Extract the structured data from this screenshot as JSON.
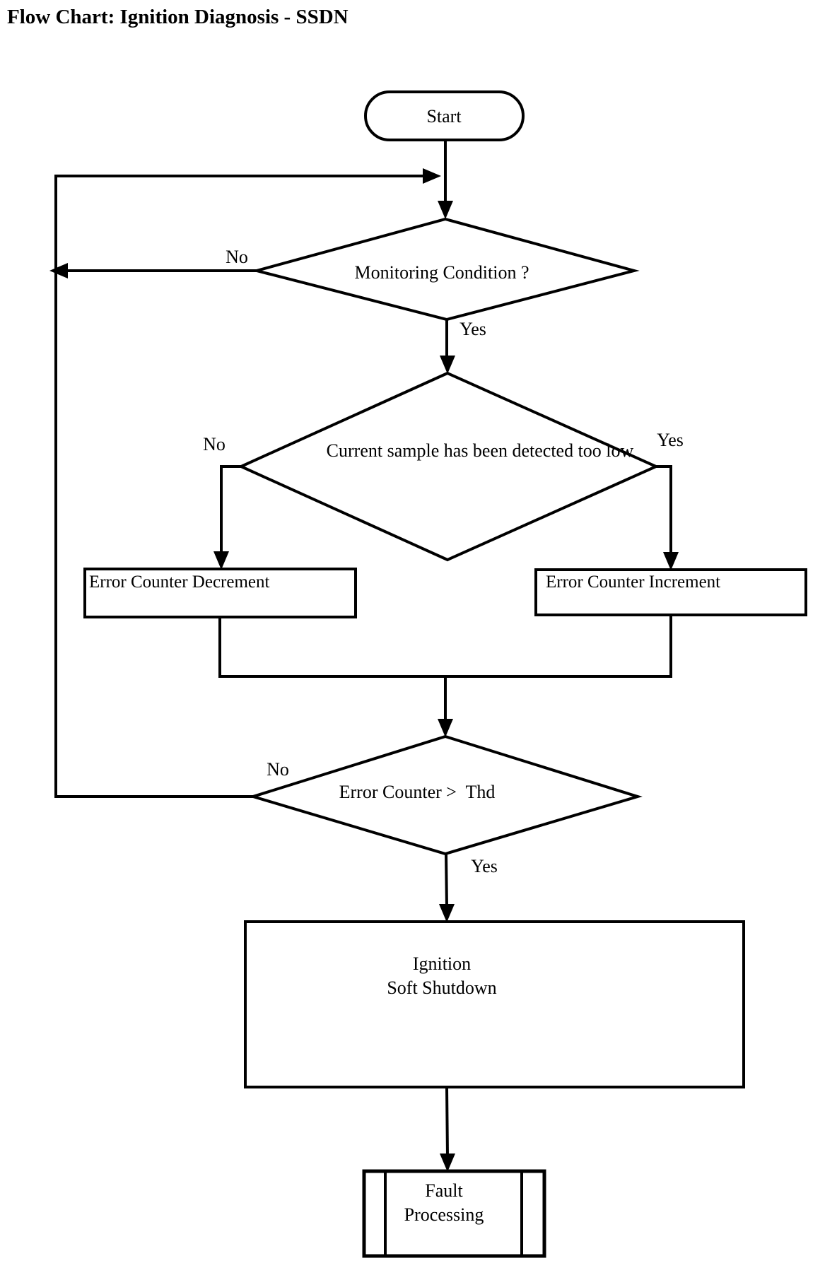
{
  "page": {
    "title": "Flow Chart: Ignition Diagnosis - SSDN",
    "background_color": "#ffffff",
    "line_color": "#000000",
    "text_color": "#000000"
  },
  "flowchart": {
    "nodes": {
      "start": {
        "type": "terminator",
        "label": "Start"
      },
      "monitoring_condition": {
        "type": "decision",
        "label": "Monitoring Condition ?"
      },
      "current_sample": {
        "type": "decision",
        "label": "Current sample has been detected too low"
      },
      "error_counter_decrement": {
        "type": "process",
        "label": "Error Counter Decrement"
      },
      "error_counter_increment": {
        "type": "process",
        "label": "Error Counter Increment"
      },
      "error_counter_threshold": {
        "type": "decision",
        "label": "Error Counter >  Thd"
      },
      "ignition_soft_shutdown": {
        "type": "process",
        "label_line1": "Ignition",
        "label_line2": "Soft Shutdown"
      },
      "fault_processing": {
        "type": "predefined-process",
        "label_line1": "Fault",
        "label_line2": "Processing"
      }
    },
    "edge_labels": {
      "monitoring_no": "No",
      "monitoring_yes": "Yes",
      "current_sample_no": "No",
      "current_sample_yes": "Yes",
      "threshold_no": "No",
      "threshold_yes": "Yes"
    }
  }
}
